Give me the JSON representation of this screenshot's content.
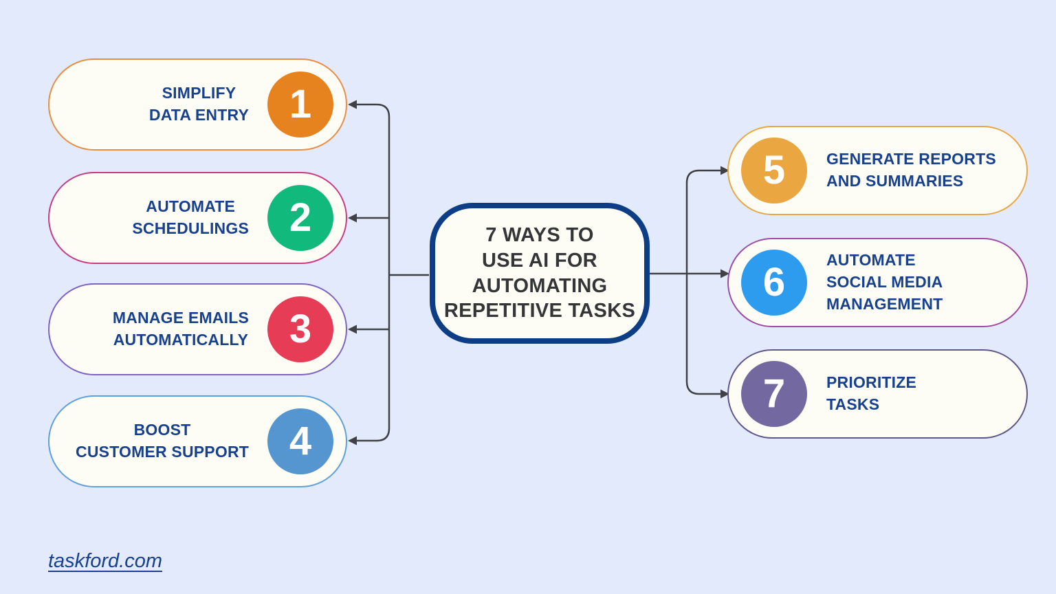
{
  "title_card": {
    "lines": [
      "7 WAYS TO",
      "USE AI FOR",
      "AUTOMATING",
      "REPETITIVE TASKS"
    ]
  },
  "items": [
    {
      "number": "1",
      "lines": [
        "SIMPLIFY",
        "DATA ENTRY"
      ],
      "circle_color": "#e6831f",
      "border_color": "#e78e44",
      "side": "left"
    },
    {
      "number": "2",
      "lines": [
        "AUTOMATE",
        "SCHEDULINGS"
      ],
      "circle_color": "#12b97d",
      "border_color": "#c63d85",
      "side": "left"
    },
    {
      "number": "3",
      "lines": [
        "MANAGE EMAILS",
        "AUTOMATICALLY"
      ],
      "circle_color": "#e63c55",
      "border_color": "#7d63c4",
      "side": "left"
    },
    {
      "number": "4",
      "lines": [
        "BOOST",
        "CUSTOMER SUPPORT"
      ],
      "circle_color": "#5595d0",
      "border_color": "#5ea1d8",
      "side": "left"
    },
    {
      "number": "5",
      "lines": [
        "GENERATE REPORTS",
        "AND SUMMARIES"
      ],
      "circle_color": "#eaa640",
      "border_color": "#e8a742",
      "side": "right"
    },
    {
      "number": "6",
      "lines": [
        "AUTOMATE",
        "SOCIAL MEDIA",
        "MANAGEMENT"
      ],
      "circle_color": "#2d9cee",
      "border_color": "#9e4ba2",
      "side": "right"
    },
    {
      "number": "7",
      "lines": [
        "PRIORITIZE",
        "TASKS"
      ],
      "circle_color": "#73689f",
      "border_color": "#5e5689",
      "side": "right"
    }
  ],
  "footer": {
    "link_text": "taskford.com"
  },
  "colors": {
    "background": "#e3eafb",
    "pill-fill": "#fdfcf5",
    "label": "#17418e",
    "center-border": "#0c3d85",
    "center-text": "#333537",
    "connector": "#3e4145",
    "footer": "#17418e",
    "number": "#ffffff"
  }
}
